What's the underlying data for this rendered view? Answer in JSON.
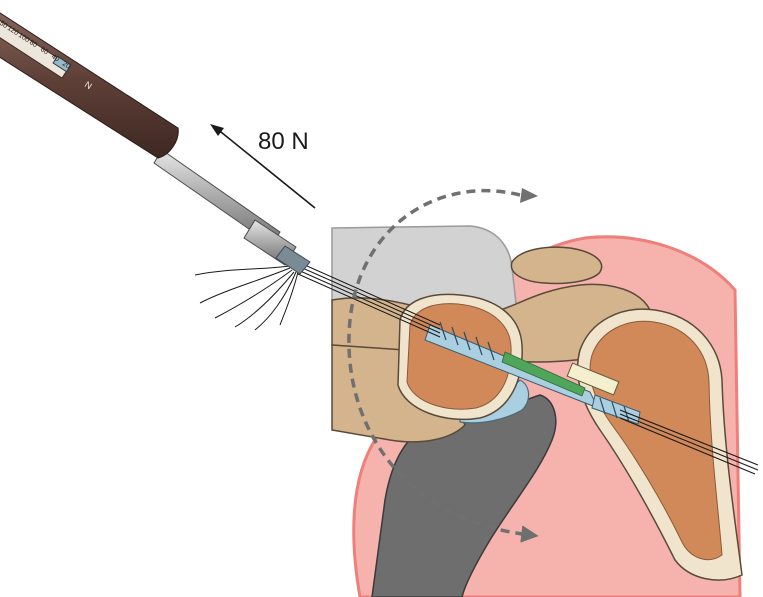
{
  "force_label": "80 N",
  "tensioner": {
    "scale_markings": [
      "150",
      "120",
      "100",
      "80",
      "60",
      "40",
      "20"
    ],
    "unit_label": "N"
  },
  "colors": {
    "skin": "#f6b3ad",
    "skin_outline": "#ee7f7a",
    "bone_cortex": "#d4b48c",
    "bone_marrow": "#d1895a",
    "cartilage": "#f1e4cc",
    "scapula_gray": "#6e6e6e",
    "tissue_gray": "#cfcfcf",
    "graft_blue": "#a9cfe0",
    "graft_green": "#4fa55a",
    "handle_brown": "#6a4a42",
    "shaft_gray": "#a8a8a8",
    "arrow_gray": "#707070"
  }
}
